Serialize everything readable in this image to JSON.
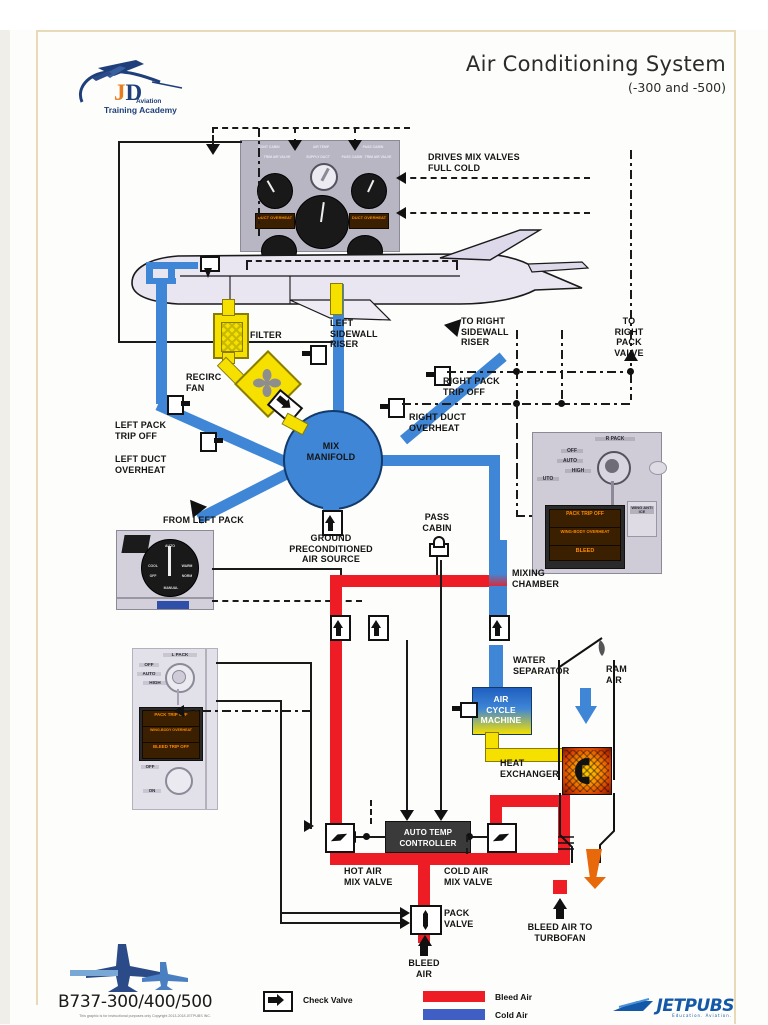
{
  "document": {
    "title": "Air Conditioning System",
    "subtitle": "(-300 and -500)",
    "model": "B737-300/400/500",
    "fine_print": "This graphic is for instructional purposes only\nCopyright 2013-2018 JETPUBS INC.",
    "publisher": "JETPUBS",
    "publisher_sub": "Education. Aviation."
  },
  "logo": {
    "initials_j": "J",
    "initials_d": "D",
    "line1": "Aviation",
    "line2": "Training Academy",
    "icon": "airplane-icon"
  },
  "annotations": {
    "drives_mix_valves": "DRIVES MIX VALVES\nFULL COLD",
    "filter": "FILTER",
    "recirc_fan": "RECIRC\nFAN",
    "left_sidewall_riser": "LEFT\nSIDEWALL\nRISER",
    "to_right_sidewall_riser": "TO RIGHT\nSIDEWALL\nRISER",
    "left_pack_trip_off": "LEFT PACK\nTRIP OFF",
    "left_duct_overheat": "LEFT DUCT\nOVERHEAT",
    "right_pack_trip_off": "RIGHT PACK\nTRIP OFF",
    "right_duct_overheat": "RIGHT DUCT\nOVERHEAT",
    "to_right_pack_valve": "TO\nRIGHT\nPACK\nVALVE",
    "mix_manifold": "MIX\nMANIFOLD",
    "from_left_pack": "FROM LEFT PACK",
    "ground_preconditioned": "GROUND\nPRECONDITIONED\nAIR SOURCE",
    "pass_cabin": "PASS\nCABIN",
    "mixing_chamber": "MIXING\nCHAMBER",
    "water_separator": "WATER\nSEPARATOR",
    "air_cycle_machine": "AIR\nCYCLE\nMACHINE",
    "ram_air": "RAM\nAIR",
    "heat_exchanger": "HEAT\nEXCHANGER",
    "auto_temp_controller": "AUTO TEMP\nCONTROLLER",
    "hot_air_mix_valve": "HOT AIR\nMIX VALVE",
    "cold_air_mix_valve": "COLD AIR\nMIX VALVE",
    "pack_valve": "PACK\nVALVE",
    "bleed_air": "BLEED\nAIR",
    "bleed_air_to_turbofan": "BLEED AIR TO\nTURBOFAN"
  },
  "legend": {
    "check_valve": "Check Valve",
    "bleed_air": "Bleed Air",
    "cold_air": "Cold Air",
    "bleed_air_color": "#ee1c25",
    "cold_air_color": "#3f5fc4"
  },
  "cockpit_panel": {
    "section_left": "CONT CABIN",
    "section_center": "AIR TEMP",
    "section_right": "PASS CABIN",
    "label_left_valve": "TRIM AIR\nVALVE",
    "label_supply_duct": "SUPPLY\nDUCT",
    "label_pass_cabin": "PASS\nCABIN",
    "label_right_valve": "TRIM AIR\nVALVE",
    "annunciator_left": "DUCT\nOVERHEAT",
    "annunciator_right": "DUCT\nOVERHEAT",
    "zone_left": "DUCT\nOVERHEAT",
    "zone_right": "DUCT\nOVERHEAT"
  },
  "right_pack_panel": {
    "title": "R PACK",
    "positions": [
      "OFF",
      "AUTO",
      "HIGH"
    ],
    "selected": "AUTO",
    "annunciators": [
      "PACK\nTRIP OFF",
      "WING-BODY\nOVERHEAT",
      "BLEED"
    ],
    "side_label": "WING\nANTI\nICE"
  },
  "left_pack_panel": {
    "title": "L PACK",
    "positions": [
      "OFF",
      "AUTO",
      "HIGH"
    ],
    "selected": "AUTO",
    "annunciators": [
      "PACK\nTRIP OFF",
      "WING-BODY\nOVERHEAT",
      "BLEED\nTRIP OFF"
    ],
    "lower_positions": [
      "OFF",
      "ON"
    ]
  },
  "temp_selector_panel": {
    "title": "AUTO",
    "marks": [
      "COOL",
      "WARM",
      "OFF",
      "NORM"
    ],
    "bottom_label": "MANUAL"
  },
  "colors": {
    "cold_air_duct": "#3f86d6",
    "bleed_air_duct": "#ee1c25",
    "recirc_duct": "#f5e000",
    "aircraft_body": "#e6e2ef",
    "panel_grey": "#b9b6c4",
    "annunciator_amber": "#ff8a00"
  }
}
